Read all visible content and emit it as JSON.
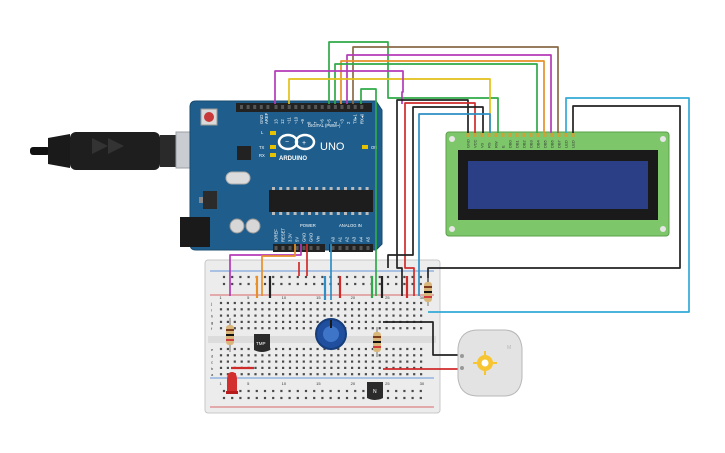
{
  "arduino": {
    "brand_text": "ARDUINO",
    "model_text": "UNO",
    "digital_header_label": "DIGITAL (PWM~)",
    "power_label": "POWER",
    "analog_label": "ANALOG IN",
    "tx_label": "TX",
    "rx_label": "RX",
    "on_label": "ON",
    "l_label": "L",
    "aref_label": "AREF",
    "gnd_label": "GND",
    "digital_pins": [
      "13",
      "12",
      "~11",
      "~10",
      "~9",
      "8",
      "7",
      "~6",
      "~5",
      "4",
      "~3",
      "2",
      "TX▸1",
      "RX◂0"
    ],
    "power_pins": [
      "IOREF",
      "RESET",
      "3.3V",
      "5V",
      "GND",
      "GND",
      "Vin"
    ],
    "analog_pins": [
      "A0",
      "A1",
      "A2",
      "A3",
      "A4",
      "A5"
    ]
  },
  "lcd": {
    "pin_labels": [
      "GND",
      "VCC",
      "V0",
      "RS",
      "RW",
      "E",
      "DB0",
      "DB1",
      "DB2",
      "DB3",
      "DB4",
      "DB5",
      "DB6",
      "DB7",
      "LED",
      "LED"
    ]
  },
  "breadboard": {
    "row_letters_top": [
      "j",
      "i",
      "h",
      "g",
      "f"
    ],
    "row_letters_bottom": [
      "e",
      "d",
      "c",
      "b",
      "a"
    ],
    "column_numbers": [
      "1",
      "5",
      "10",
      "15",
      "20",
      "25",
      "30"
    ]
  },
  "components": {
    "temp_sensor_label": "TMP",
    "transistor_label": "N",
    "motor_label": "M"
  },
  "colors": {
    "arduino_board": "#1f5e8c",
    "lcd_pcb": "#7dc66a",
    "lcd_screen": "#2a3f86",
    "wire_green": "#2faa48",
    "wire_magenta": "#b43ab8",
    "wire_yellow": "#e2c11a",
    "wire_brown": "#8a6a47",
    "wire_orange": "#e7902a",
    "wire_red": "#d02b2b",
    "wire_black": "#222222",
    "wire_blue": "#2d8fc4",
    "wire_cyan": "#33a9d6"
  }
}
